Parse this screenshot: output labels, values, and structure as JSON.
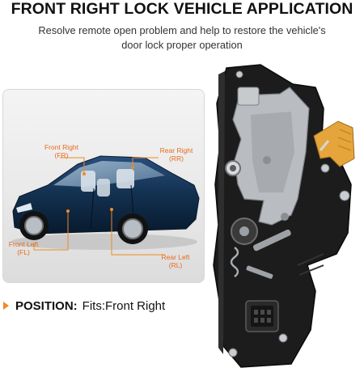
{
  "headline": "FRONT RIGHT LOCK VEHICLE APPLICATION",
  "subline_1": "Resolve remote open problem and help to restore the vehicle's",
  "subline_2": "door lock proper operation",
  "car_labels": {
    "front_right": "Front Right",
    "front_right_abbr": "(FR)",
    "rear_right": "Rear Right",
    "rear_right_abbr": "(RR)",
    "front_left": "Front Left",
    "front_left_abbr": "(FL)",
    "rear_left": "Rear Left",
    "rear_left_abbr": "(RL)"
  },
  "position": {
    "key": "POSITION:",
    "value": "Fits:Front Right"
  },
  "colors": {
    "accent_orange": "#f08a24",
    "label_orange": "#e86a1e",
    "car_blue": "#0f2a4a",
    "actuator_black": "#1c1c1c",
    "bracket_silver": "#b9bcc0",
    "connector_yellow": "#e5a53a"
  }
}
